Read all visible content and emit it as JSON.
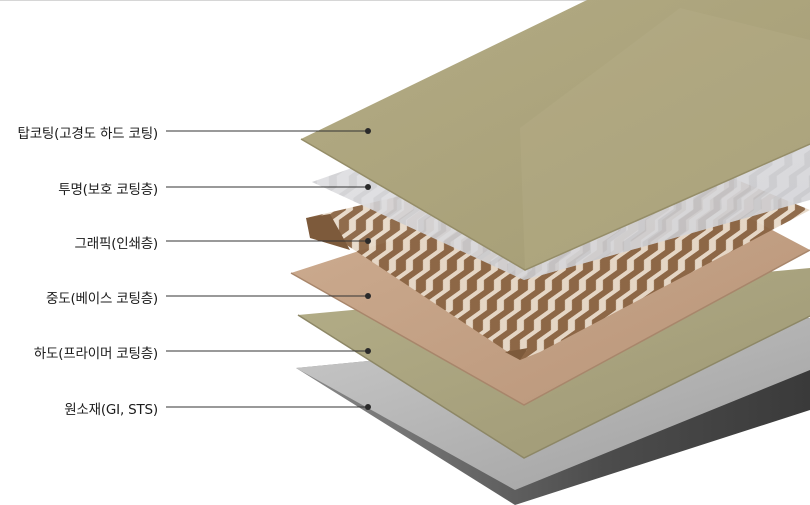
{
  "layers": [
    {
      "key": "topcoat",
      "label": "탑코팅(고경도 하드 코팅)"
    },
    {
      "key": "clear",
      "label": "투명(보호 코팅층)"
    },
    {
      "key": "graphic",
      "label": "그래픽(인쇄층)"
    },
    {
      "key": "midcoat",
      "label": "중도(베이스 코팅층)"
    },
    {
      "key": "primer",
      "label": "하도(프라이머 코팅층)"
    },
    {
      "key": "substrate",
      "label": "원소재(GI, STS)"
    }
  ],
  "colors": {
    "topcoat": "#aca47c",
    "clear": "#c9c9cc",
    "graphic": "#8f6a48",
    "midcoat": "#c4a184",
    "primer": "#a8a27c",
    "substrate_top": "#b7b7b7",
    "substrate_edge": "#4a4a4a",
    "leader": "#333333"
  }
}
